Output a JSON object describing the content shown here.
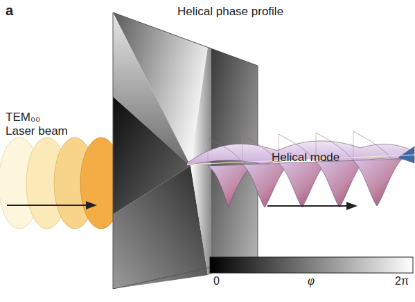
{
  "diagram": {
    "labels": [
      "a",
      "Helical phase profile",
      "TEM₀₀ Laser beam",
      "Helical mode",
      "0",
      "φ",
      "2π"
    ]
  }
}
